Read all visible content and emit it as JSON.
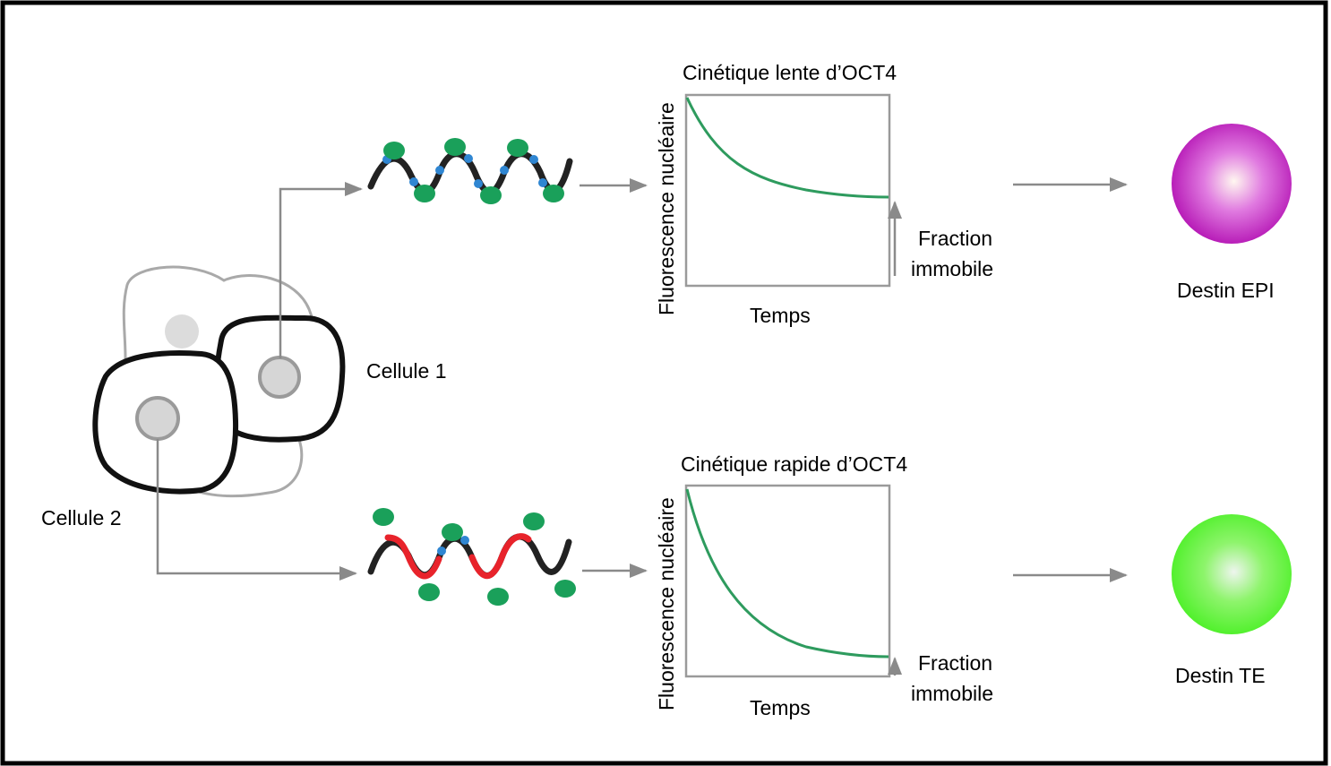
{
  "cells": {
    "cell1_label": "Cellule 1",
    "cell2_label": "Cellule 2"
  },
  "graphs": {
    "top": {
      "title": "Cinétique lente d’OCT4",
      "ylabel": "Fluorescence nucléaire",
      "xlabel": "Temps",
      "fraction_line1": "Fraction",
      "fraction_line2": "immobile"
    },
    "bottom": {
      "title": "Cinétique rapide d’OCT4",
      "ylabel": "Fluorescence nucléaire",
      "xlabel": "Temps",
      "fraction_line1": "Fraction",
      "fraction_line2": "immobile"
    }
  },
  "fates": {
    "epi_label": "Destin EPI",
    "te_label": "Destin TE"
  },
  "colors": {
    "curve": "#2e9b5e",
    "bound_protein": "#1aa05a",
    "dna_black": "#222222",
    "dna_blue": "#2f86d2",
    "dna_red": "#e8232b",
    "epi_sphere": "#c01ec0",
    "te_sphere": "#52f52a",
    "arrow": "#8a8a8a"
  }
}
